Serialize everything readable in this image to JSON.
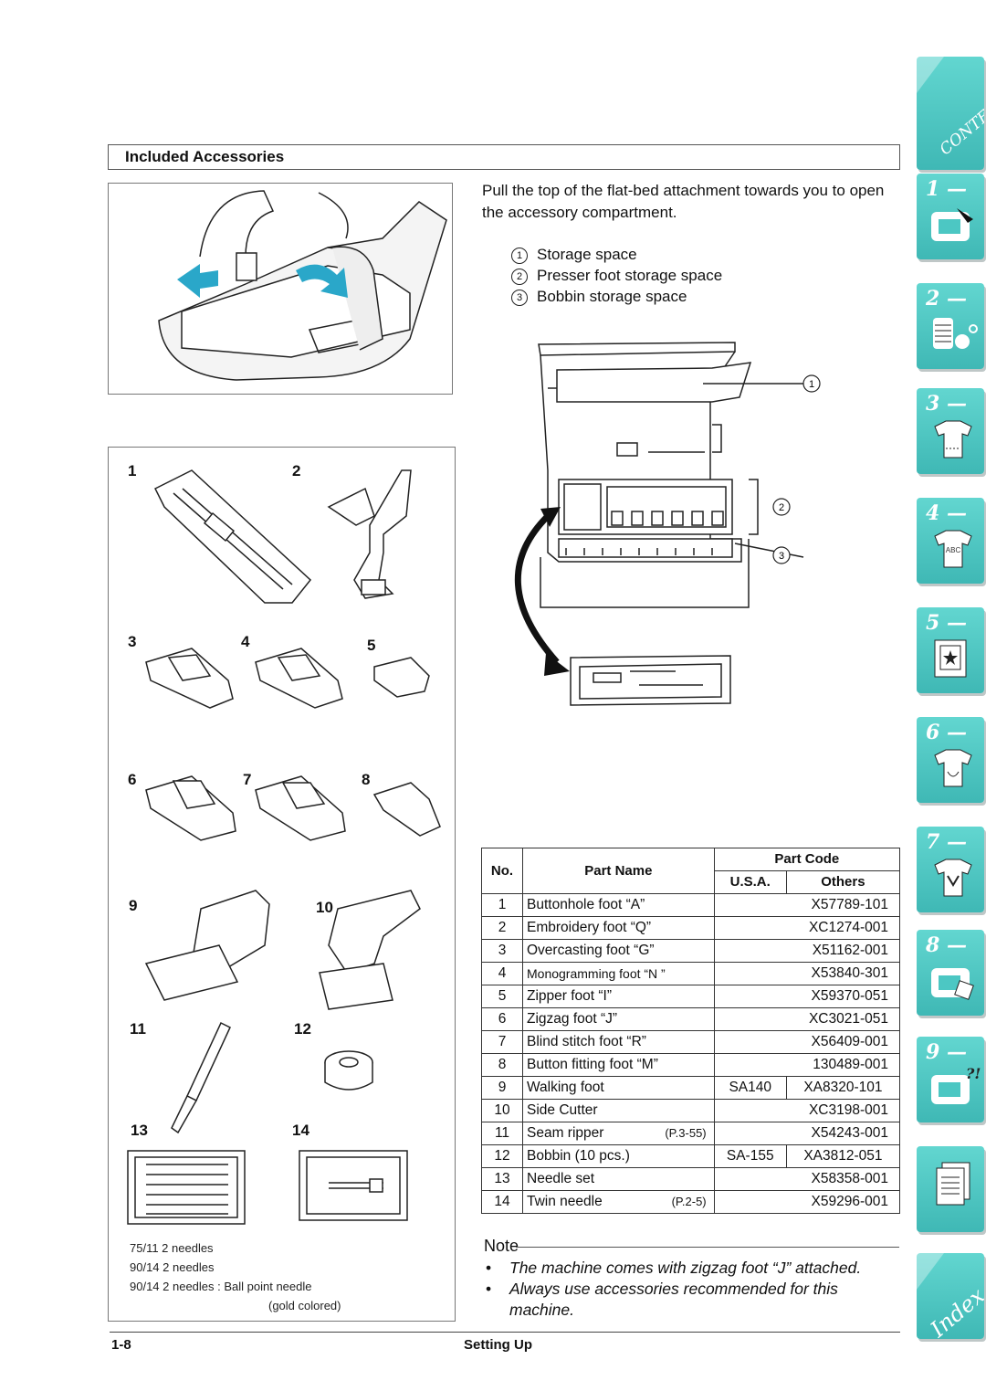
{
  "header": {
    "title": "Included Accessories"
  },
  "intro": {
    "text": "Pull the top of the flat-bed attachment towards you to open the accessory compartment.",
    "items": [
      {
        "num": "1",
        "label": "Storage space"
      },
      {
        "num": "2",
        "label": "Presser foot storage space"
      },
      {
        "num": "3",
        "label": "Bobbin storage space"
      }
    ]
  },
  "callouts": [
    "1",
    "2",
    "3"
  ],
  "figure_labels": [
    "1",
    "2",
    "3",
    "4",
    "5",
    "6",
    "7",
    "8",
    "9",
    "10",
    "11",
    "12",
    "13",
    "14"
  ],
  "needle_notes": [
    "75/11   2 needles",
    "90/14   2 needles",
    "90/14   2 needles : Ball point needle",
    "(gold colored)"
  ],
  "table": {
    "headers": {
      "no": "No.",
      "name": "Part Name",
      "code": "Part Code",
      "usa": "U.S.A.",
      "others": "Others"
    },
    "rows": [
      {
        "no": "1",
        "name": "Buttonhole foot “A”",
        "code": "X57789-101"
      },
      {
        "no": "2",
        "name": "Embroidery foot “Q”",
        "code": "XC1274-001"
      },
      {
        "no": "3",
        "name": "Overcasting foot “G”",
        "code": "X51162-001"
      },
      {
        "no": "4",
        "name": "Monogramming foot “N ”",
        "code": "X53840-301"
      },
      {
        "no": "5",
        "name": "Zipper foot “I”",
        "code": "X59370-051"
      },
      {
        "no": "6",
        "name": "Zigzag foot “J”",
        "code": "XC3021-051"
      },
      {
        "no": "7",
        "name": "Blind stitch foot “R”",
        "code": "X56409-001"
      },
      {
        "no": "8",
        "name": "Button fitting foot “M”",
        "code": "130489-001"
      },
      {
        "no": "9",
        "name": "Walking foot",
        "usa": "SA140",
        "others": "XA8320-101"
      },
      {
        "no": "10",
        "name": "Side Cutter",
        "code": "XC3198-001"
      },
      {
        "no": "11",
        "name": "Seam ripper",
        "ref": "(P.3-55)",
        "code": "X54243-001"
      },
      {
        "no": "12",
        "name": "Bobbin (10 pcs.)",
        "usa": "SA-155",
        "others": "XA3812-051"
      },
      {
        "no": "13",
        "name": "Needle set",
        "code": "X58358-001"
      },
      {
        "no": "14",
        "name": "Twin needle",
        "ref": "(P.2-5)",
        "code": "X59296-001"
      }
    ]
  },
  "note": {
    "title": "Note",
    "items": [
      "The machine comes with zigzag foot “J” attached.",
      "Always use accessories recommended for this machine."
    ]
  },
  "footer": {
    "page": "1-8",
    "section": "Setting Up"
  },
  "tabs": {
    "contents": "CONTENTS",
    "chapters": [
      "1 —",
      "2 —",
      "3 —",
      "4 —",
      "5 —",
      "6 —",
      "7 —",
      "8 —",
      "9 —"
    ],
    "chapter4_abc": "ABC",
    "chapter9_mark": "?!",
    "index": "Index"
  },
  "colors": {
    "tab": "#4cc7c3",
    "tab_shadow": "#bfc7c7"
  }
}
